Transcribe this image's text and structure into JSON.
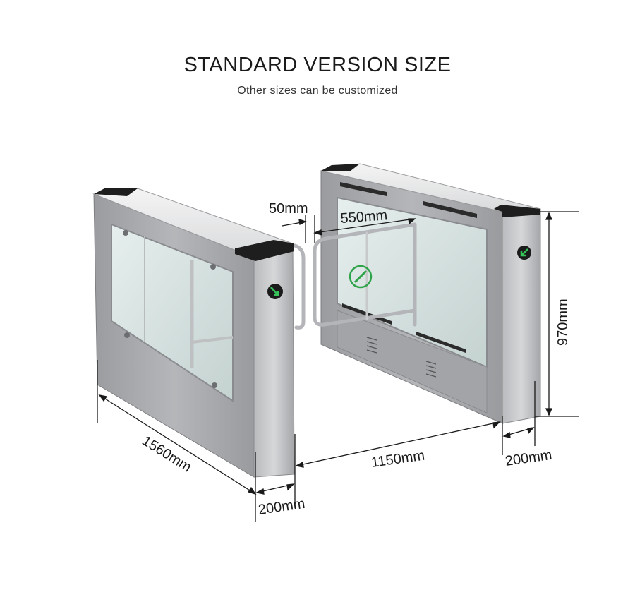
{
  "header": {
    "title": "STANDARD VERSION SIZE",
    "subtitle": "Other sizes can be customized"
  },
  "dimensions": {
    "gap": "50mm",
    "arm": "550mm",
    "height": "970mm",
    "length": "1560mm",
    "passage": "1150mm",
    "width_left": "200mm",
    "width_right": "200mm"
  },
  "colors": {
    "steel_dark": "#8c8d90",
    "steel_mid": "#a8a9ac",
    "steel_light": "#c9cacc",
    "cap": "#1e1e1e",
    "top_panel": "#e9eaeb",
    "indicator": "#2fa34a",
    "glass": "#d8e4e2"
  },
  "icons": [
    "green-arrow-indicator-icon",
    "swing-gate-icon"
  ]
}
